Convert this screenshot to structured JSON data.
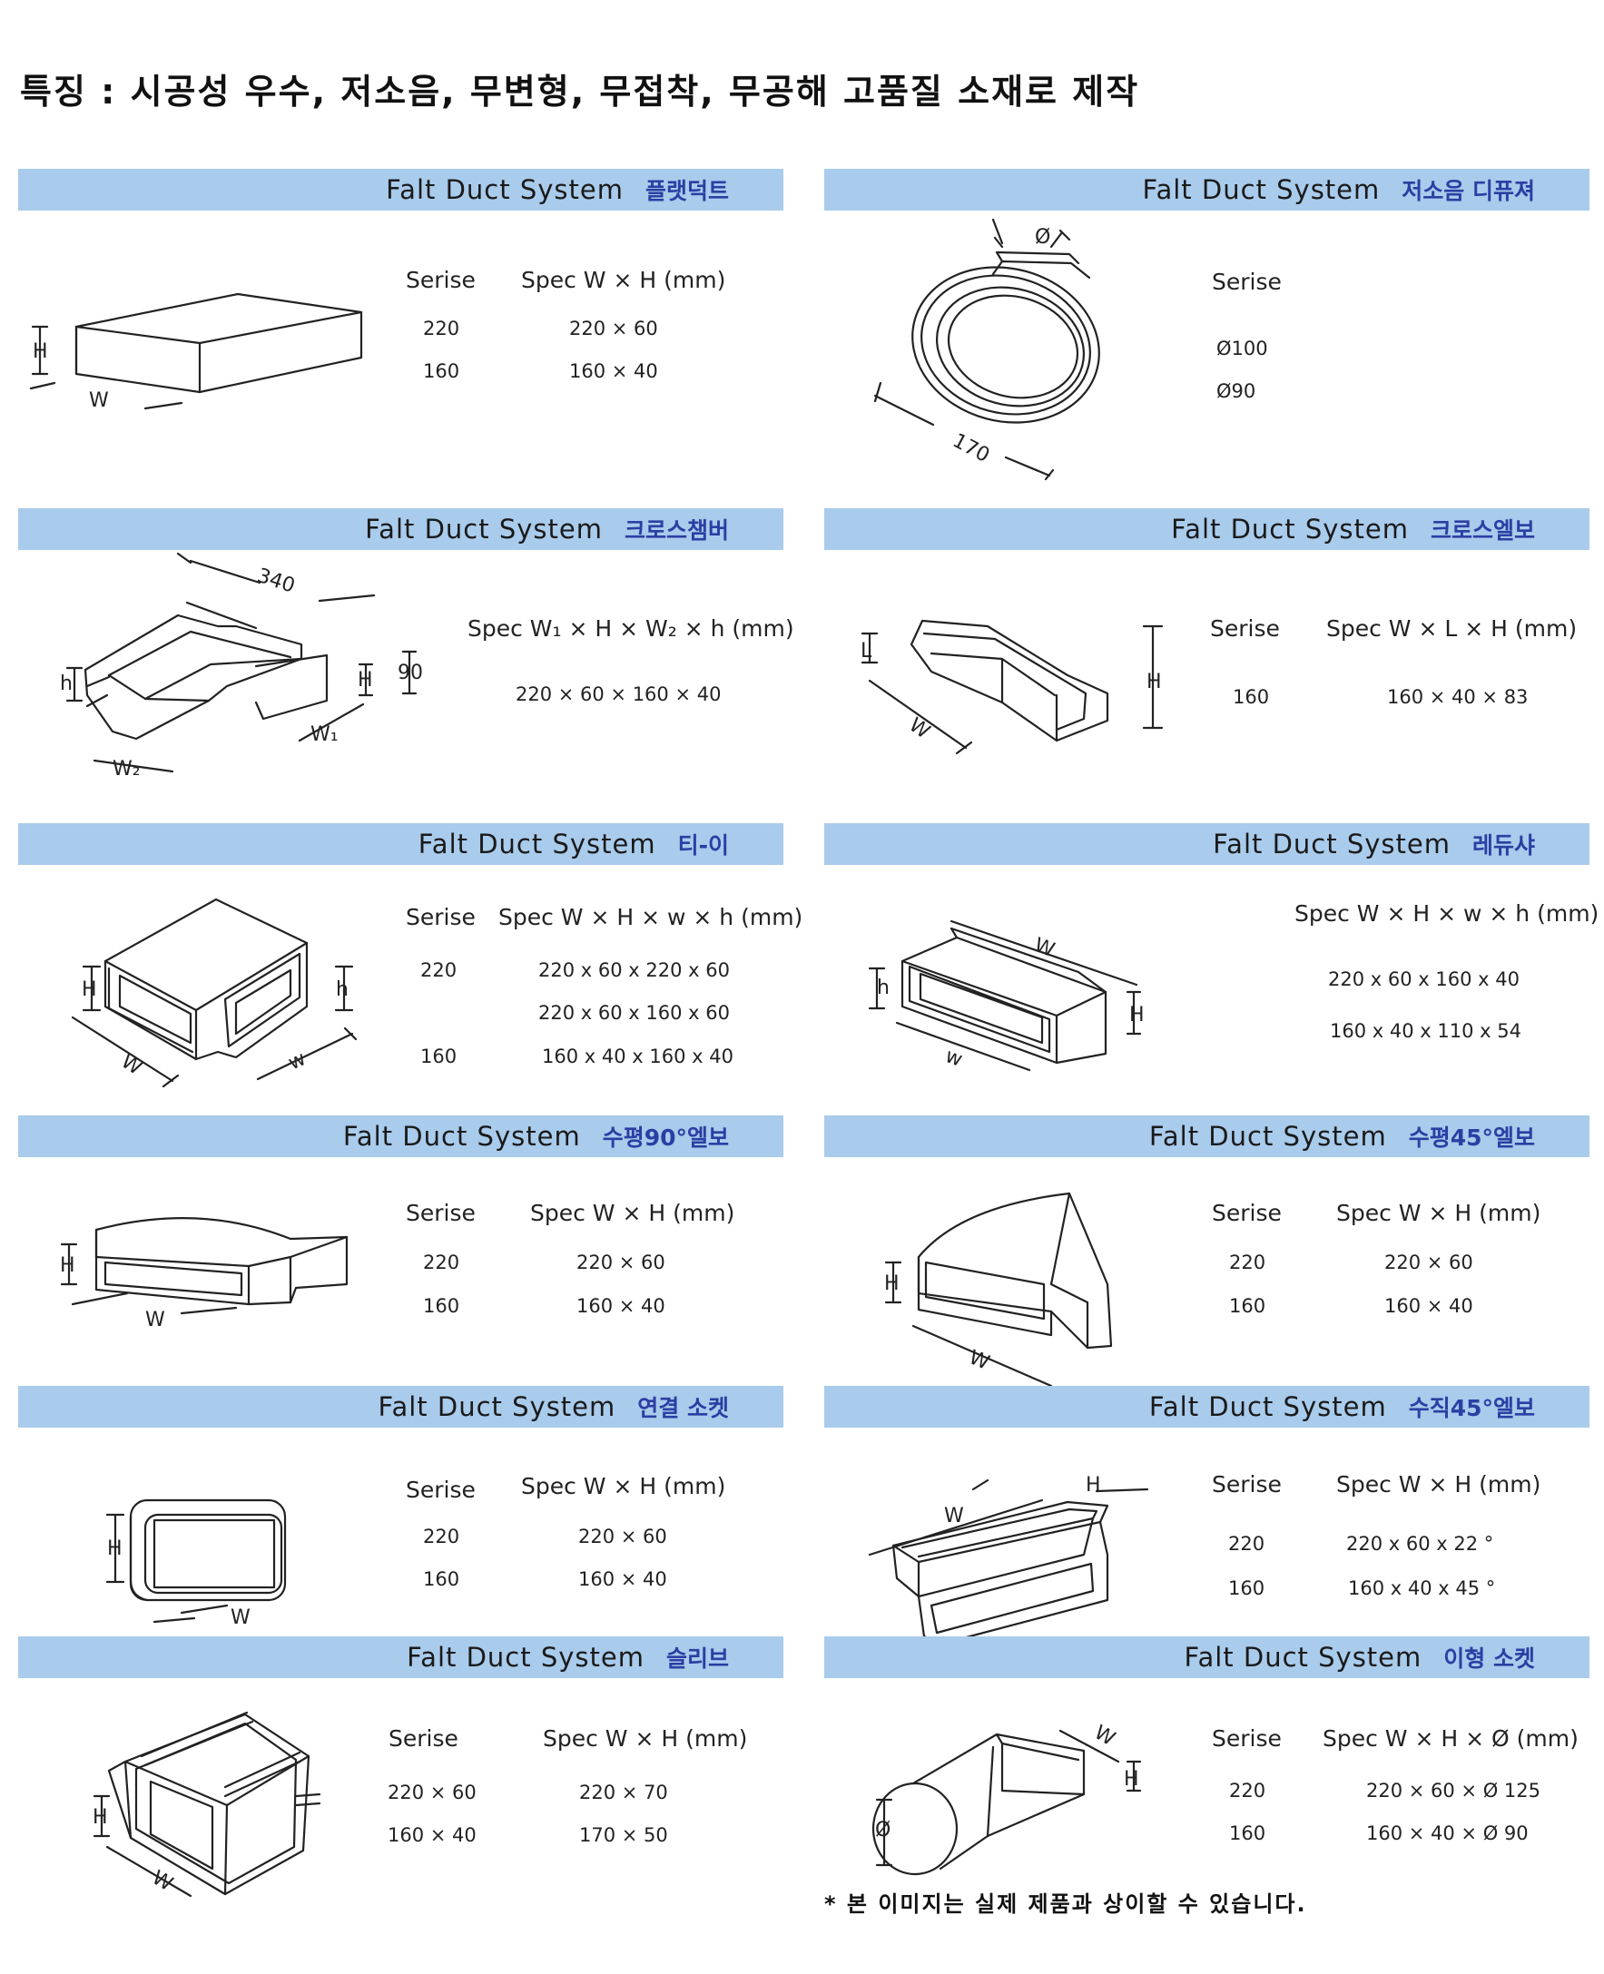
{
  "headline": "특징 : 시공성 우수, 저소음, 무변형, 무접착, 무공해 고품질 소재로 제작",
  "note": "* 본 이미지는 실제 제품과 상이할 수 있습니다.",
  "system_name": "Falt Duct System",
  "panels": [
    {
      "name": "플랫덕트",
      "labels": {
        "h": "H",
        "w": "W"
      },
      "headers": [
        "Serise",
        "Spec W × H (mm)"
      ],
      "rows": [
        [
          "220",
          "220 × 60"
        ],
        [
          "160",
          "160 × 40"
        ]
      ]
    },
    {
      "name": "저소음 디퓨져",
      "labels": {
        "d": "Ø",
        "len": "170"
      },
      "headers": [
        "Serise"
      ],
      "rows": [
        [
          "Ø100"
        ],
        [
          "Ø90"
        ]
      ]
    },
    {
      "name": "크로스챔버",
      "labels": {
        "len": "340",
        "h": "h",
        "hh": "H",
        "d90": "90",
        "w1": "W₁",
        "w2": "W₂"
      },
      "headers": [
        "Spec W₁ × H × W₂ × h (mm)"
      ],
      "rows": [
        [
          "220 × 60 × 160 × 40"
        ]
      ]
    },
    {
      "name": "크로스엘보",
      "labels": {
        "l": "L",
        "w": "W",
        "h": "H"
      },
      "headers": [
        "Serise",
        "Spec W × L × H (mm)"
      ],
      "rows": [
        [
          "160",
          "160 × 40 × 83"
        ]
      ]
    },
    {
      "name": "티-이",
      "labels": {
        "h": "H",
        "hs": "h",
        "w": "W",
        "ws": "w"
      },
      "headers": [
        "Serise",
        "Spec W × H × w × h (mm)"
      ],
      "rows": [
        [
          "220",
          "220 x 60 x 220 x 60"
        ],
        [
          "",
          "220 x 60 x 160 x 60"
        ],
        [
          "160",
          "160 x 40 x 160 x 40"
        ]
      ]
    },
    {
      "name": "레듀샤",
      "labels": {
        "w": "W",
        "ws": "w",
        "h": "H",
        "hs": "h"
      },
      "headers": [
        "Spec W × H × w × h (mm)"
      ],
      "rows": [
        [
          "220 x 60 x 160 x 40"
        ],
        [
          "160 x 40 x 110 x 54"
        ]
      ]
    },
    {
      "name": "수평90°엘보",
      "labels": {
        "h": "H",
        "w": "W"
      },
      "headers": [
        "Serise",
        "Spec W × H (mm)"
      ],
      "rows": [
        [
          "220",
          "220 × 60"
        ],
        [
          "160",
          "160 × 40"
        ]
      ]
    },
    {
      "name": "수평45°엘보",
      "labels": {
        "h": "H",
        "w": "W"
      },
      "headers": [
        "Serise",
        "Spec W × H (mm)"
      ],
      "rows": [
        [
          "220",
          "220 × 60"
        ],
        [
          "160",
          "160 × 40"
        ]
      ]
    },
    {
      "name": "연결 소켓",
      "labels": {
        "h": "H",
        "w": "W"
      },
      "headers": [
        "Serise",
        "Spec W × H (mm)"
      ],
      "rows": [
        [
          "220",
          "220 × 60"
        ],
        [
          "160",
          "160 × 40"
        ]
      ]
    },
    {
      "name": "수직45°엘보",
      "labels": {
        "h": "H",
        "w": "W"
      },
      "headers": [
        "Serise",
        "Spec W × H (mm)"
      ],
      "rows": [
        [
          "220",
          "220 x 60 x 22 °"
        ],
        [
          "160",
          "160 x 40 x 45 °"
        ]
      ]
    },
    {
      "name": "슬리브",
      "labels": {
        "h": "H",
        "w": "W"
      },
      "headers": [
        "Serise",
        "Spec W × H (mm)"
      ],
      "rows": [
        [
          "220 × 60",
          "220  ×  70"
        ],
        [
          "160 × 40",
          "170  ×  50"
        ]
      ]
    },
    {
      "name": "이형 소켓",
      "labels": {
        "d": "Ø",
        "w": "W",
        "h": "H"
      },
      "headers": [
        "Serise",
        "Spec W × H × Ø (mm)"
      ],
      "rows": [
        [
          "220",
          "220  × 60 × Ø 125"
        ],
        [
          "160",
          "160  × 40 ×  Ø 90"
        ]
      ]
    }
  ]
}
